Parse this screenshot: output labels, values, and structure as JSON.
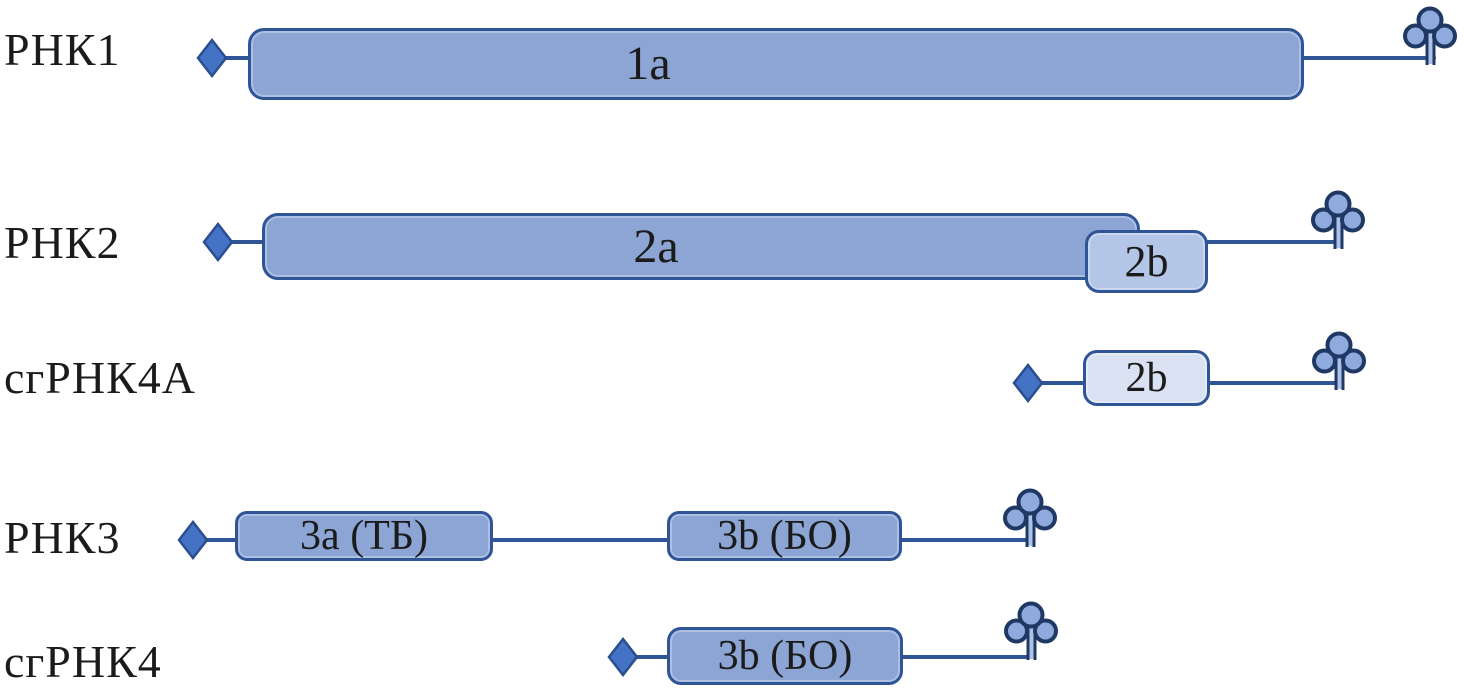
{
  "figure": {
    "rows": [
      {
        "label": "РНК1",
        "boxes": [
          {
            "label": "1a"
          }
        ]
      },
      {
        "label": "РНК2",
        "boxes": [
          {
            "label": "2a"
          },
          {
            "label": "2b"
          }
        ]
      },
      {
        "label": "сгРНК4А",
        "boxes": [
          {
            "label": "2b"
          }
        ]
      },
      {
        "label": "РНК3",
        "boxes": [
          {
            "label": "3a (ТБ)"
          },
          {
            "label": "3b (БО)"
          }
        ]
      },
      {
        "label": "сгРНК4",
        "boxes": [
          {
            "label": "3b (БО)"
          }
        ]
      }
    ],
    "icons": {
      "cap": "diamond-cap-icon",
      "trna_like": "clover-trna-icon"
    }
  },
  "colors": {
    "background": "#FFFFFF",
    "text": "#1B1B1B",
    "line": "#2F5597",
    "box_fill": "#8CA5D5",
    "box_border": "#2F5597",
    "box_fill_light": "#B4C6E7",
    "box_fill_lighter": "#D9E2F3",
    "diamond_fill": "#4472C4",
    "diamond_border": "#2A4E8F",
    "clover_fill": "#8FAADC",
    "clover_border": "#1F3864",
    "stem_gap": "#AEC2E7"
  }
}
